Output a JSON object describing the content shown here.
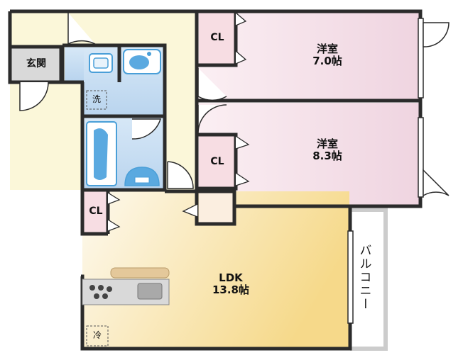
{
  "rooms": {
    "western1": {
      "name": "洋室",
      "size": "7.0帖"
    },
    "western2": {
      "name": "洋室",
      "size": "8.3帖"
    },
    "ldk": {
      "name": "LDK",
      "size": "13.8帖"
    },
    "entrance": "玄関",
    "balcony": "バルコニー",
    "closet": "CL",
    "washer": "洗",
    "fridge": "冷"
  },
  "colors": {
    "wall": "#2b2b2b",
    "western_fill": "#f4e1e9",
    "closet_fill": "#f7dde3",
    "hall_fill": "#fbf7d9",
    "wet_fill": "#cfe1f3",
    "entrance_fill": "#d9d9d9",
    "ldk_fill_light": "#fdf7e8",
    "ldk_fill_dark": "#f7dc8a",
    "fixture_blue": "#4a9fd8",
    "balcony_rail": "#cccccc"
  }
}
